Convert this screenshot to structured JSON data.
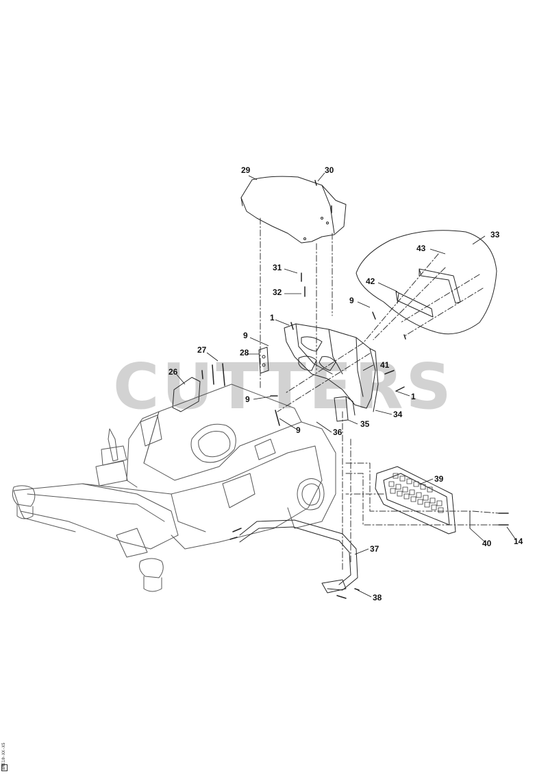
{
  "watermark": "CUTTERS",
  "part_labels": [
    {
      "id": "29"
    },
    {
      "id": "30"
    },
    {
      "id": "33"
    },
    {
      "id": "43"
    },
    {
      "id": "31"
    },
    {
      "id": "42"
    },
    {
      "id": "32"
    },
    {
      "id": "9"
    },
    {
      "id": "1"
    },
    {
      "id": "9"
    },
    {
      "id": "27"
    },
    {
      "id": "28"
    },
    {
      "id": "41"
    },
    {
      "id": "26"
    },
    {
      "id": "1"
    },
    {
      "id": "9"
    },
    {
      "id": "34"
    },
    {
      "id": "35"
    },
    {
      "id": "9"
    },
    {
      "id": "36"
    },
    {
      "id": "39"
    },
    {
      "id": "37"
    },
    {
      "id": "40"
    },
    {
      "id": "14"
    },
    {
      "id": "38"
    }
  ],
  "side_id": "BME10-XX-X5"
}
